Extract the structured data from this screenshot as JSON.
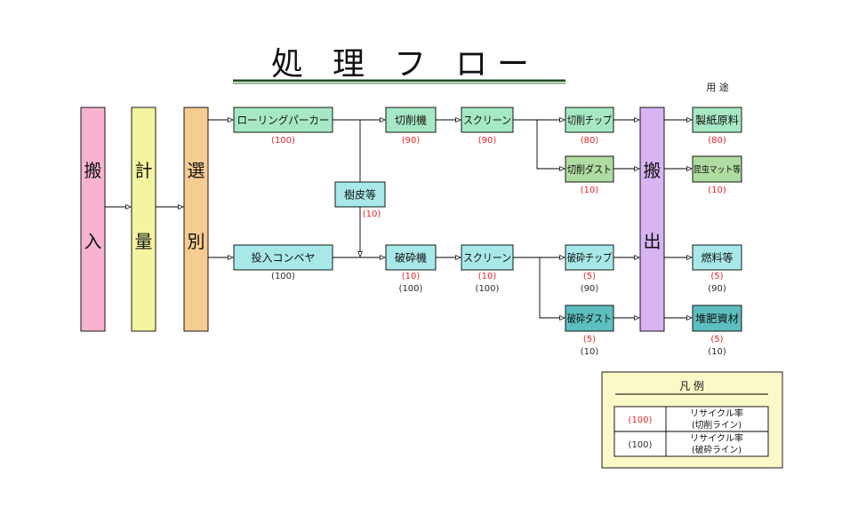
{
  "title": "処 理 フ ロー",
  "usage_heading": "用 途",
  "colors": {
    "intake": "#f7b3cf",
    "weighing": "#f5f5a1",
    "sorting": "#f7cc91",
    "shipping": "#d8b4f3",
    "cutting_node": "#a6e8c4",
    "cutting_dust": "#afdca0",
    "crushing_node": "#a8e8e8",
    "crushing_dust": "#5dbfbf",
    "legend_bg": "#fafac8",
    "legend_table_bg": "#ffffff",
    "cutting_rate_text": "#e3262b",
    "crushing_rate_text": "#2a2a2a",
    "title_rule": "#1f4a22",
    "title_rule_lower": "#3d7a3f"
  },
  "stages": {
    "intake": [
      "搬",
      "入"
    ],
    "weighing": [
      "計",
      "量"
    ],
    "sorting": [
      "選",
      "別"
    ],
    "shipping": [
      "搬",
      "出"
    ]
  },
  "cutting_line": {
    "rolling_barker": {
      "label": "ローリングパーカー",
      "cutting_rate": "(100)"
    },
    "cutter": {
      "label": "切削機",
      "cutting_rate": "(90)"
    },
    "screen": {
      "label": "スクリーン",
      "cutting_rate": "(90)"
    },
    "chip": {
      "label": "切削チップ",
      "cutting_rate": "(80)"
    },
    "dust": {
      "label": "切削ダスト",
      "cutting_rate": "(10)"
    },
    "bark": {
      "label": "樹皮等",
      "cutting_rate": "(10)"
    }
  },
  "crushing_line": {
    "feed_conveyor": {
      "label": "投入コンベヤ",
      "crushing_rate": "(100)"
    },
    "crusher": {
      "label": "破砕機",
      "cutting_rate": "(10)",
      "crushing_rate": "(100)"
    },
    "screen": {
      "label": "スクリーン",
      "cutting_rate": "(10)",
      "crushing_rate": "(100)"
    },
    "chip": {
      "label": "破砕チップ",
      "cutting_rate": "(5)",
      "crushing_rate": "(90)"
    },
    "dust": {
      "label": "破砕ダスト",
      "cutting_rate": "(5)",
      "crushing_rate": "(10)"
    }
  },
  "uses": {
    "paper_material": {
      "label": "製紙原料",
      "cutting_rate": "(80)"
    },
    "insect_mat": {
      "label": "昆虫マット等",
      "cutting_rate": "(10)"
    },
    "fuel": {
      "label": "燃料等",
      "cutting_rate": "(5)",
      "crushing_rate": "(90)"
    },
    "compost": {
      "label": "堆肥資材",
      "cutting_rate": "(5)",
      "crushing_rate": "(10)"
    }
  },
  "legend": {
    "title": "凡 例",
    "rows": [
      {
        "sample": "(100)",
        "line1": "リサイクル率",
        "line2": "(切削ライン)"
      },
      {
        "sample": "(100)",
        "line1": "リサイクル率",
        "line2": "(破砕ライン)"
      }
    ]
  }
}
